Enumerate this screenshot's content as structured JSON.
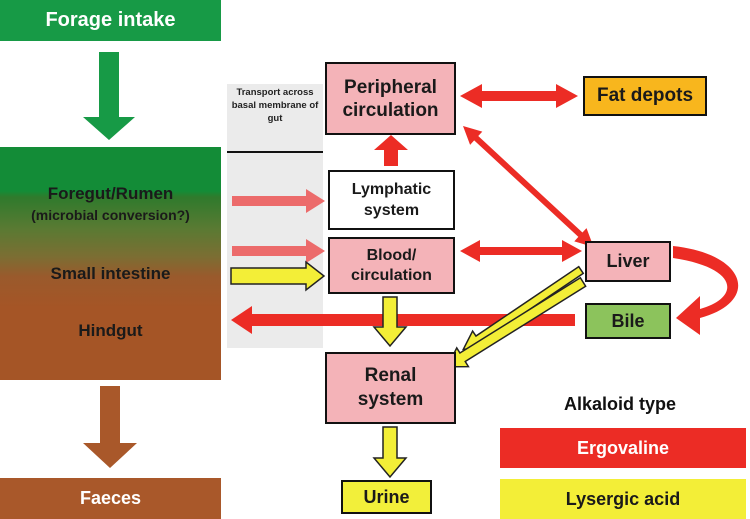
{
  "left_column": {
    "forage_intake": "Forage intake",
    "foregut": "Foregut/Rumen",
    "microbial": "(microbial conversion?)",
    "small_intestine": "Small intestine",
    "hindgut": "Hindgut",
    "faeces": "Faeces"
  },
  "transport": {
    "text": "Transport across basal membrane of gut"
  },
  "nodes": {
    "peripheral_1": "Peripheral",
    "peripheral_2": "circulation",
    "fat_depots": "Fat depots",
    "lymphatic_1": "Lymphatic",
    "lymphatic_2": "system",
    "blood_1": "Blood/",
    "blood_2": "circulation",
    "liver": "Liver",
    "bile": "Bile",
    "renal_1": "Renal",
    "renal_2": "system",
    "urine": "Urine"
  },
  "legend": {
    "title": "Alkaloid type",
    "ergovaline": "Ergovaline",
    "lysergic_acid": "Lysergic acid"
  },
  "colors": {
    "green": "#179a46",
    "brown": "#a9582a",
    "ergovaline_red": "#ec2c25",
    "lysergic_yellow": "#f3ee37",
    "pink_box": "#f4b3b8",
    "fat_orange": "#f8b61d",
    "bile_green": "#8cc35c"
  }
}
